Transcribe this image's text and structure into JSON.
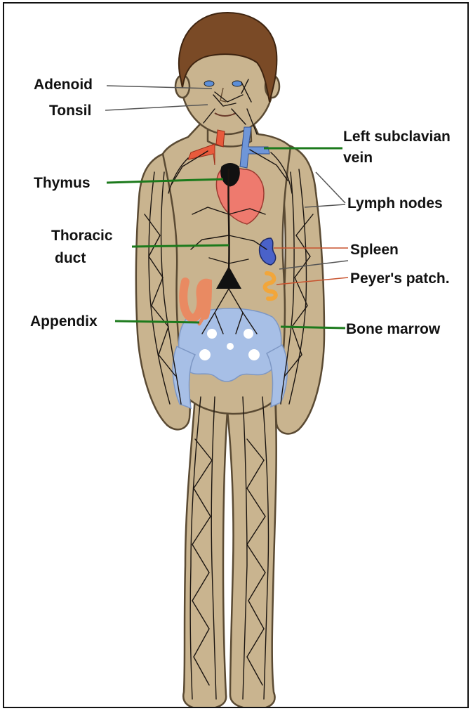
{
  "labels": {
    "adenoid": "Adenoid",
    "tonsil": "Tonsil",
    "thymus": "Thymus",
    "thoracic_duct_line1": "Thoracic",
    "thoracic_duct_line2": "duct",
    "appendix": "Appendix",
    "left_subclavian_line1": "Left subclavian",
    "left_subclavian_line2": "vein",
    "lymph_nodes": "Lymph nodes",
    "spleen": "Spleen",
    "peyers_patch": "Peyer's patch.",
    "bone_marrow": "Bone marrow"
  },
  "colors": {
    "skin": "#c9b48f",
    "skin_outline": "#5a4a33",
    "hair": "#7a4a26",
    "lymph_vessels": "#1a1410",
    "heart": "#ee7a6e",
    "artery": "#e85a3c",
    "vein": "#6f96d8",
    "bone_marrow": "#a7bfe6",
    "spleen": "#4a62c9",
    "peyers_patch": "#f2a63a",
    "appendix": "#e98a62",
    "leader_green": "#1c7a1c",
    "leader_gray": "#555555",
    "frame": "#111111"
  }
}
